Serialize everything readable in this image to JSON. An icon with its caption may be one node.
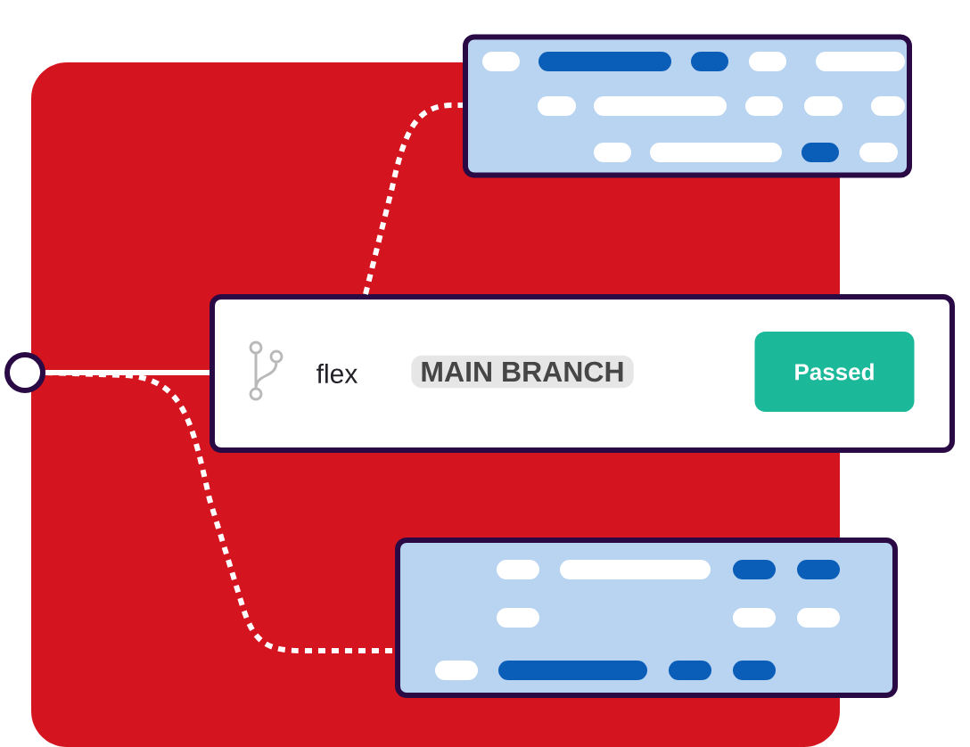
{
  "diagram": {
    "nodes": [
      {
        "text": [],
        "shape": "circle"
      },
      {
        "text": [],
        "shape": "box"
      },
      {
        "text": [
          "flex",
          "MAIN BRANCH",
          "Passed"
        ]
      },
      {
        "text": [],
        "shape": "box"
      }
    ],
    "edges": [
      {
        "from": 0,
        "to": 2,
        "arrow": "none"
      },
      {
        "from": 2,
        "to": 1,
        "arrow": "none",
        "style": "dashed"
      },
      {
        "from": 0,
        "to": 3,
        "arrow": "none",
        "style": "dashed"
      }
    ]
  }
}
